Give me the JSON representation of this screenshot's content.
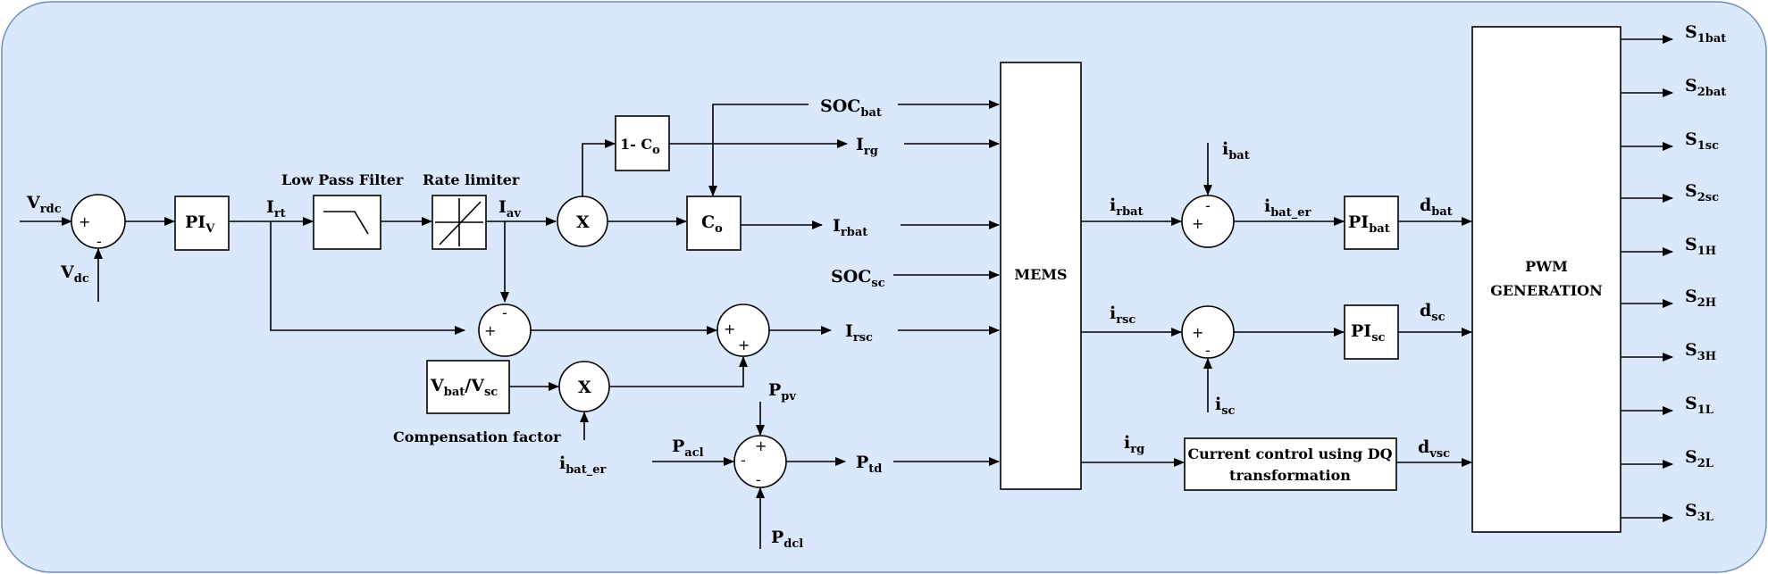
{
  "inputs": {
    "vrdc": [
      "V",
      "rdc"
    ],
    "vdc": [
      "V",
      "dc"
    ],
    "soc_bat": [
      "SOC",
      "bat"
    ],
    "soc_sc": [
      "SOC",
      "sc"
    ],
    "ibat": [
      "i",
      "bat"
    ],
    "isc": [
      "i",
      "sc"
    ],
    "ibat_er": [
      "i",
      "bat_er"
    ],
    "ppv": [
      "P",
      "pv"
    ],
    "pacl": [
      "P",
      "acl"
    ],
    "pdcl": [
      "P",
      "dcl"
    ]
  },
  "blocks": {
    "piv": [
      "PI",
      "V"
    ],
    "lpf_title": "Low Pass Filter",
    "rate_title": "Rate limiter",
    "one_minus_co": [
      "1- C",
      "o"
    ],
    "co": [
      "C",
      "o"
    ],
    "mult": "X",
    "ratio": [
      "V",
      "bat",
      "/V",
      "sc"
    ],
    "comp_factor": "Compensation factor",
    "mems": "MEMS",
    "pibat": [
      "PI",
      "bat"
    ],
    "pisc": [
      "PI",
      "sc"
    ],
    "current_control": [
      "Current control using DQ",
      "transformation"
    ],
    "pwm": [
      "PWM",
      "GENERATION"
    ]
  },
  "signals": {
    "irt": [
      "I",
      "rt"
    ],
    "iav": [
      "I",
      "av"
    ],
    "irg_cap": [
      "I",
      "rg"
    ],
    "irbat_cap": [
      "I",
      "rbat"
    ],
    "irsc_cap": [
      "I",
      "rsc"
    ],
    "ptd": [
      "P",
      "td"
    ],
    "irbat": [
      "i",
      "rbat"
    ],
    "irsc": [
      "i",
      "rsc"
    ],
    "irg": [
      "i",
      "rg"
    ],
    "ibat_er_out": [
      "i",
      "bat_er"
    ],
    "dbat": [
      "d",
      "bat"
    ],
    "dsc": [
      "d",
      "sc"
    ],
    "dvsc": [
      "d",
      "vsc"
    ]
  },
  "signs": {
    "plus": "+",
    "minus": "-"
  },
  "outputs": [
    [
      "S",
      "1bat"
    ],
    [
      "S",
      "2bat"
    ],
    [
      "S",
      "1sc"
    ],
    [
      "S",
      "2sc"
    ],
    [
      "S",
      "1H"
    ],
    [
      "S",
      "2H"
    ],
    [
      "S",
      "3H"
    ],
    [
      "S",
      "1L"
    ],
    [
      "S",
      "2L"
    ],
    [
      "S",
      "3L"
    ]
  ]
}
